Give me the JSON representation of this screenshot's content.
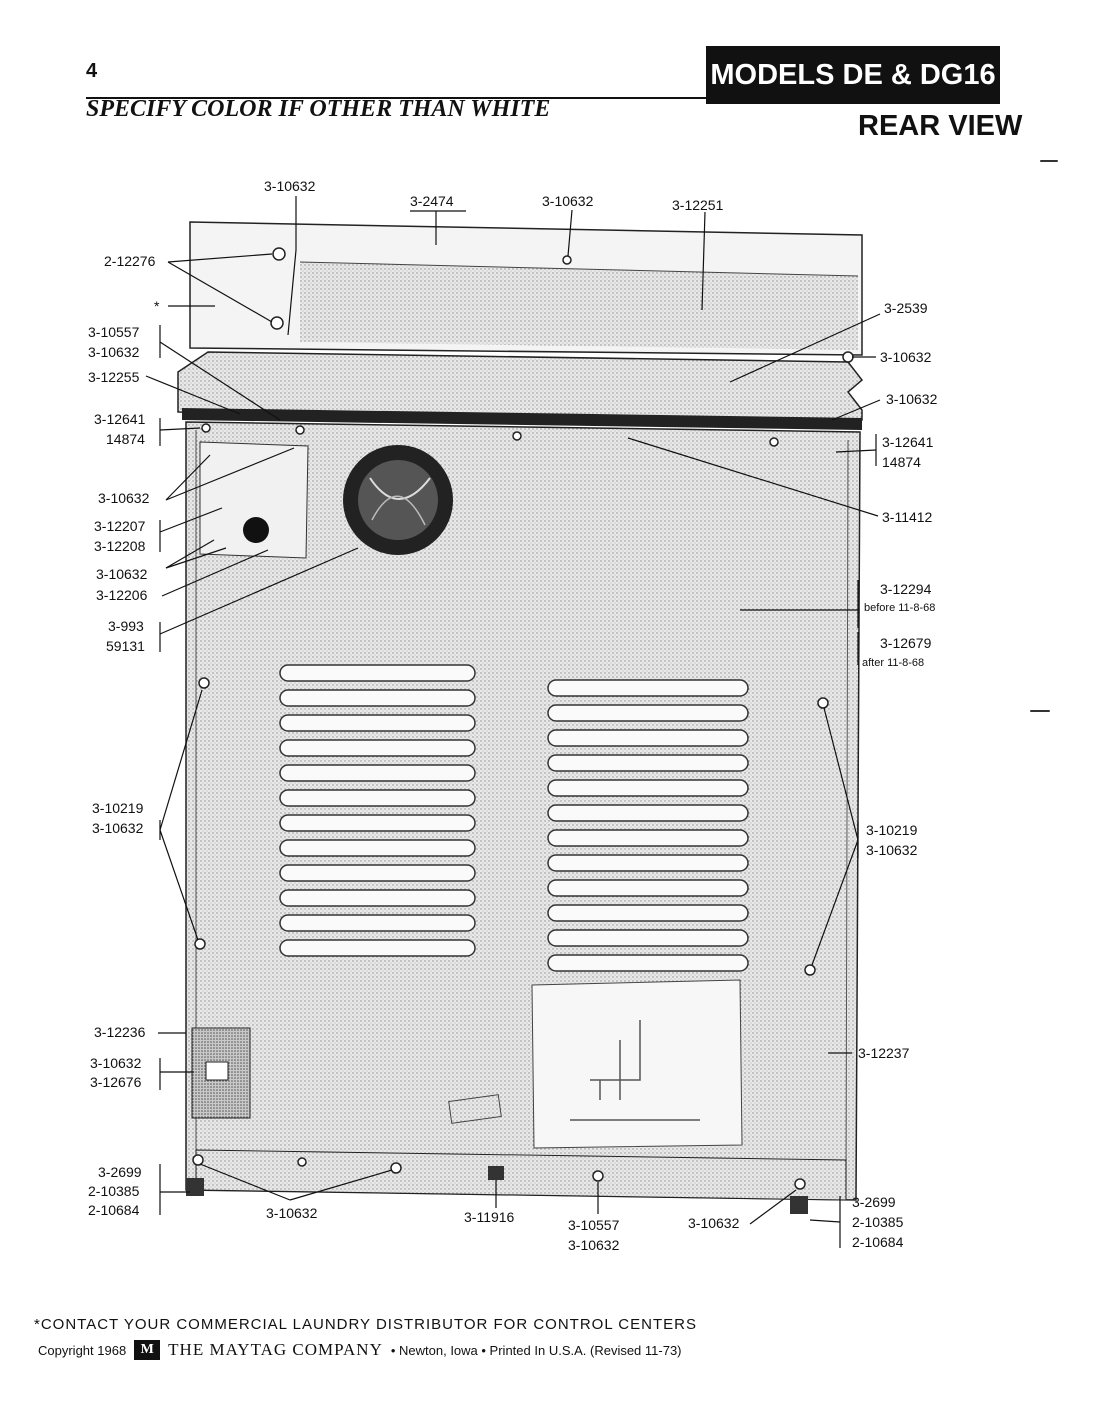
{
  "header": {
    "page_number": "4",
    "specify_note": "SPECIFY COLOR IF OTHER THAN WHITE",
    "models_title": "MODELS DE & DG16",
    "view_title": "REAR VIEW"
  },
  "callouts": {
    "c01": "3-10632",
    "c02": "3-2474",
    "c03": "3-10632",
    "c04": "3-12251",
    "c05": "2-12276",
    "c06": "*",
    "c07a": "3-10557",
    "c07b": "3-10632",
    "c08": "3-12255",
    "c09a": "3-12641",
    "c09b": "14874",
    "c10": "3-2539",
    "c11": "3-10632",
    "c12": "3-10632",
    "c13a": "3-12641",
    "c13b": "14874",
    "c14": "3-10632",
    "c15a": "3-12207",
    "c15b": "3-12208",
    "c16": "3-11412",
    "c17": "3-10632",
    "c18": "3-12206",
    "c19a": "3-12294",
    "c19b": "before 11-8-68",
    "c19c": "3-12679",
    "c19d": "after 11-8-68",
    "c20a": "3-993",
    "c20b": "59131",
    "c21a": "3-10219",
    "c21b": "3-10632",
    "c22a": "3-10219",
    "c22b": "3-10632",
    "c23": "3-12236",
    "c24a": "3-10632",
    "c24b": "3-12676",
    "c25": "3-12237",
    "c26a": "3-2699",
    "c26b": "2-10385",
    "c26c": "2-10684",
    "c27": "3-10632",
    "c28": "3-11916",
    "c29a": "3-10557",
    "c29b": "3-10632",
    "c30": "3-10632",
    "c31a": "3-2699",
    "c31b": "2-10385",
    "c31c": "2-10684"
  },
  "footer": {
    "note": "*CONTACT YOUR COMMERCIAL LAUNDRY DISTRIBUTOR FOR CONTROL CENTERS",
    "copyright": "Copyright 1968",
    "logo_mark": "M",
    "company": "THE MAYTAG COMPANY",
    "location": "• Newton, Iowa • Printed In U.S.A. (Revised 11-73)"
  }
}
